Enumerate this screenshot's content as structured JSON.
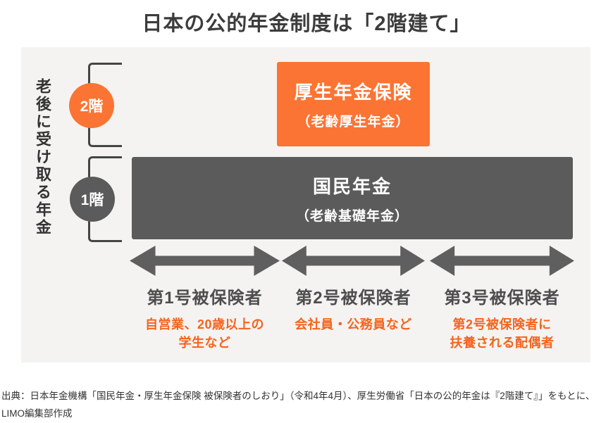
{
  "title": "日本の公的年金制度は「2階建て」",
  "diagram": {
    "side_label": "老後に受け取る年金",
    "tiers": [
      {
        "badge": "2階",
        "box_title": "厚生年金保険",
        "box_subtitle": "（老齢厚生年金）"
      },
      {
        "badge": "1階",
        "box_title": "国民年金",
        "box_subtitle": "（老齢基礎年金）"
      }
    ],
    "categories": [
      {
        "label": "第1号被保険者",
        "description": "自営業、20歳以上の\n学生など"
      },
      {
        "label": "第2号被保険者",
        "description": "会社員・公務員など"
      },
      {
        "label": "第3号被保険者",
        "description": "第2号被保険者に\n扶養される配偶者"
      }
    ]
  },
  "colors": {
    "accent_orange": "#fb7433",
    "description_orange": "#f4641e",
    "dark_gray": "#5b5b5b",
    "arrow_gray": "#5f5f5f",
    "bracket_gray": "#454545",
    "panel_background": "#f4f3f1",
    "title_text": "#3c3c3c"
  },
  "source": "出典：日本年金機構「国民年金・厚生年金保険 被保険者のしおり」（令和4年4月）、厚生労働省「日本の公的年金は『2階建て』」をもとに、LIMO編集部作成"
}
